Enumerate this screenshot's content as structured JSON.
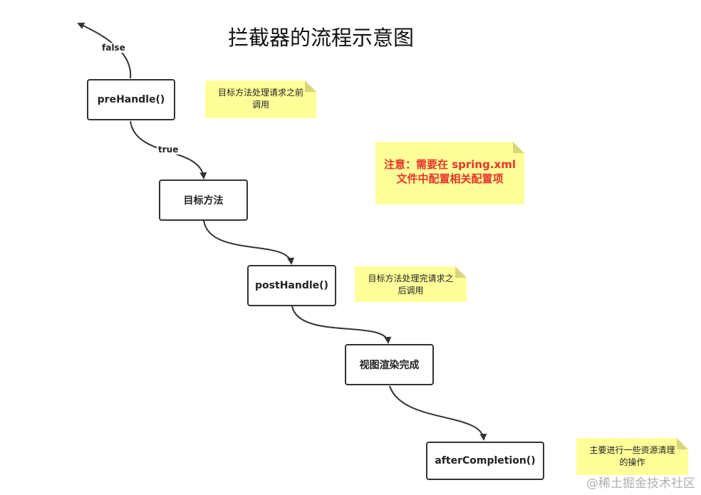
{
  "title": "拦截器的流程示意图",
  "nodes": {
    "pre_handle": "preHandle()",
    "target_method": "目标方法",
    "post_handle": "postHandle()",
    "view_render": "视图渲染完成",
    "after_completion": "afterCompletion()"
  },
  "edge_labels": {
    "false": "false",
    "true": "true"
  },
  "notes": {
    "pre_handle_note": [
      "目标方法处理请求之前",
      "调用"
    ],
    "config_note": [
      "注意：需要在 spring.xml",
      "文件中配置相关配置项"
    ],
    "post_handle_note": [
      "目标方法处理完请求之",
      "后调用"
    ],
    "after_completion_note": [
      "主要进行一些资源清理",
      "的操作"
    ]
  },
  "watermark": "@稀土掘金技术社区",
  "colors": {
    "note_fill": "#ffff99",
    "highlight_text": "#e8332a",
    "node_border": "#333333"
  }
}
